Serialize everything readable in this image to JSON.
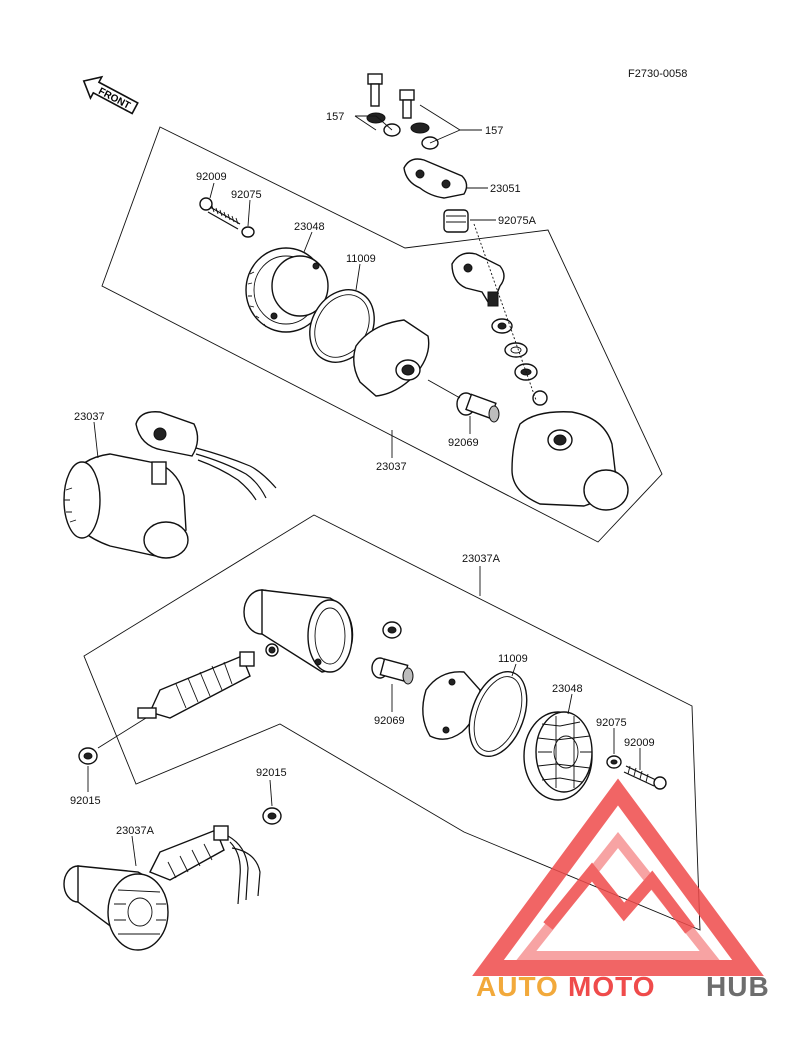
{
  "diagram": {
    "code": "F2730-0058",
    "front_label": "FRONT",
    "labels": {
      "l157a": "157",
      "l157b": "157",
      "l23051": "23051",
      "l92075A": "92075A",
      "l92009a": "92009",
      "l92075a": "92075",
      "l23048a": "23048",
      "l11009a": "11009",
      "l23037a": "23037",
      "l23037b": "23037",
      "l92069a": "92069",
      "l23037A_a": "23037A",
      "l11009b": "11009",
      "l23048b": "23048",
      "l92075b": "92075",
      "l92009b": "92009",
      "l92069b": "92069",
      "l92015a": "92015",
      "l92015b": "92015",
      "l23037A_b": "23037A"
    }
  },
  "watermark": {
    "brand_part1": "AUTO",
    "brand_part2": "MOTO",
    "brand_part3": "HUB",
    "color_orange": "#f2a93b",
    "color_red": "#ef4b4b",
    "color_grey": "#6d6d6d"
  }
}
